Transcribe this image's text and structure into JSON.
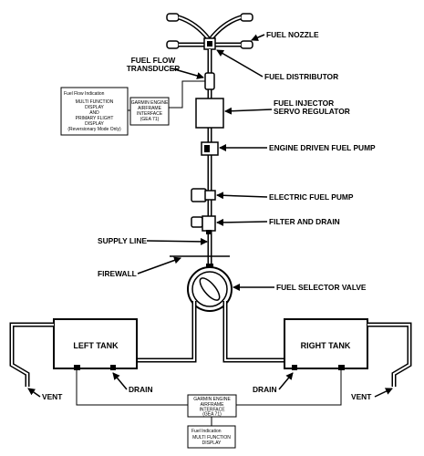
{
  "labels": {
    "fuel_nozzle": "FUEL NOZZLE",
    "fuel_flow_transducer": [
      "FUEL FLOW",
      "TRANSDUCER"
    ],
    "fuel_distributor": "FUEL DISTRIBUTOR",
    "fuel_injector": [
      "FUEL INJECTOR",
      "SERVO REGULATOR"
    ],
    "engine_driven_pump": "ENGINE DRIVEN FUEL PUMP",
    "electric_pump": "ELECTRIC FUEL PUMP",
    "filter_drain": "FILTER AND DRAIN",
    "supply_line": "SUPPLY LINE",
    "firewall": "FIREWALL",
    "fuel_selector": "FUEL SELECTOR VALVE",
    "left_tank": "LEFT TANK",
    "right_tank": "RIGHT TANK",
    "drain_left": "DRAIN",
    "drain_right": "DRAIN",
    "vent_left": "VENT",
    "vent_right": "VENT"
  },
  "boxes": {
    "fuel_flow_indication": {
      "title": "Fuel Flow Indication",
      "lines": [
        "MULTI FUNCTION",
        "DISPLAY",
        "AND",
        "PRIMARY FLIGHT",
        "DISPLAY",
        "(Reversionary Mode Only)"
      ]
    },
    "gea_upper": {
      "lines": [
        "GARMIN ENGINE",
        "AIRFRAME",
        "INTERFACE",
        "(GEA 71)"
      ]
    },
    "gea_lower": {
      "lines": [
        "GARMIN ENGINE",
        "AIRFRAME",
        "INTERFACE",
        "(GEA 71)"
      ]
    },
    "fuel_indication": {
      "title": "Fuel Indication",
      "lines": [
        "MULTI FUNCTION",
        "DISPLAY"
      ]
    }
  }
}
